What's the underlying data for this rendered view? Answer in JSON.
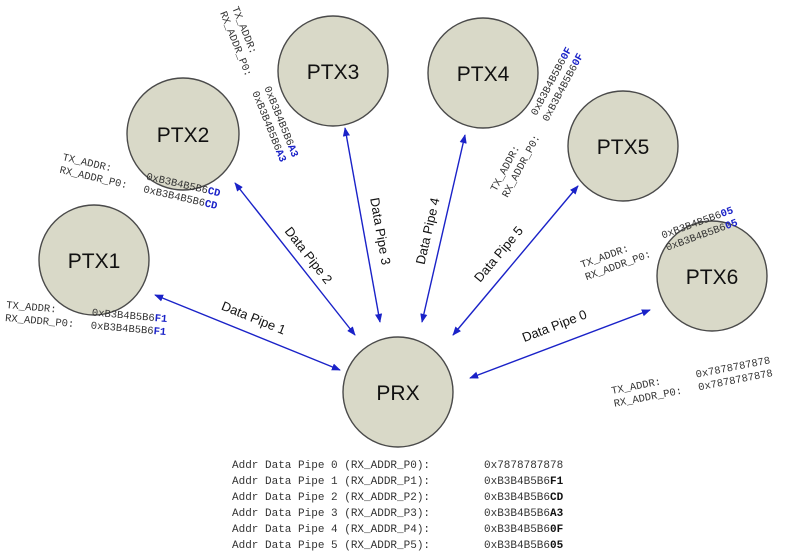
{
  "nodes": {
    "prx": "PRX",
    "ptx1": "PTX1",
    "ptx2": "PTX2",
    "ptx3": "PTX3",
    "ptx4": "PTX4",
    "ptx5": "PTX5",
    "ptx6": "PTX6"
  },
  "edges": {
    "pipe1": "Data Pipe 1",
    "pipe2": "Data Pipe 2",
    "pipe3": "Data Pipe 3",
    "pipe4": "Data Pipe 4",
    "pipe5": "Data Pipe 5",
    "pipe0": "Data Pipe 0"
  },
  "addr": {
    "ptx1": {
      "tx_label": "TX_ADDR:",
      "tx_base": "0xB3B4B5B6",
      "tx_hl": "F1",
      "rx_label": "RX_ADDR_P0:",
      "rx_base": "0xB3B4B5B6",
      "rx_hl": "F1"
    },
    "ptx2": {
      "tx_label": "TX_ADDR:",
      "tx_base": "0xB3B4B5B6",
      "tx_hl": "CD",
      "rx_label": "RX_ADDR_P0:",
      "rx_base": "0xB3B4B5B6",
      "rx_hl": "CD"
    },
    "ptx3": {
      "tx_label": "TX_ADDR:",
      "tx_base": "0xB3B4B5B6",
      "tx_hl": "A3",
      "rx_label": "RX_ADDR_P0:",
      "rx_base": "0xB3B4B5B6",
      "rx_hl": "A3"
    },
    "ptx4": {
      "tx_label": "TX_ADDR:",
      "tx_base": "0xB3B4B5B6",
      "tx_hl": "0F",
      "rx_label": "RX_ADDR_P0:",
      "rx_base": "0xB3B4B5B6",
      "rx_hl": "0F"
    },
    "ptx5": {
      "tx_label": "TX_ADDR:",
      "tx_base": "0xB3B4B5B6",
      "tx_hl": "05",
      "rx_label": "RX_ADDR_P0:",
      "rx_base": "0xB3B4B5B6",
      "rx_hl": "05"
    },
    "ptx6": {
      "tx_label": "TX_ADDR:",
      "tx_value": "0x7878787878",
      "rx_label": "RX_ADDR_P0:",
      "rx_value": "0x7878787878"
    }
  },
  "table": [
    {
      "label": "Addr Data Pipe 0 (RX_ADDR_P0):",
      "value": "0x7878787878",
      "hl": ""
    },
    {
      "label": "Addr Data Pipe 1 (RX_ADDR_P1):",
      "value": "0xB3B4B5B6",
      "hl": "F1"
    },
    {
      "label": "Addr Data Pipe 2 (RX_ADDR_P2):",
      "value": "0xB3B4B5B6",
      "hl": "CD"
    },
    {
      "label": "Addr Data Pipe 3 (RX_ADDR_P3):",
      "value": "0xB3B4B5B6",
      "hl": "A3"
    },
    {
      "label": "Addr Data Pipe 4 (RX_ADDR_P4):",
      "value": "0xB3B4B5B6",
      "hl": "0F"
    },
    {
      "label": "Addr Data Pipe 5 (RX_ADDR_P5):",
      "value": "0xB3B4B5B6",
      "hl": "05"
    }
  ]
}
